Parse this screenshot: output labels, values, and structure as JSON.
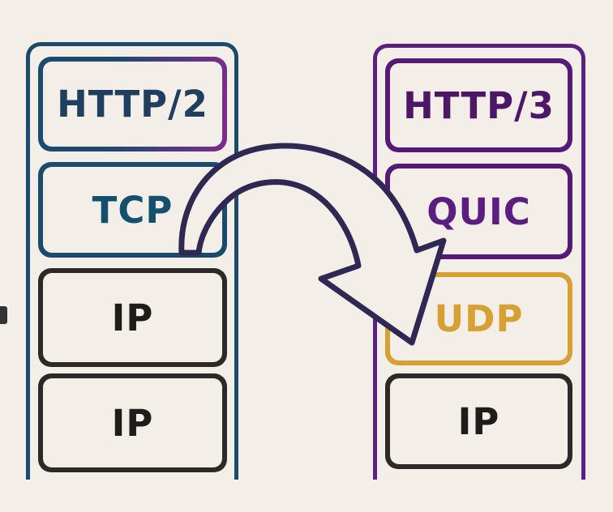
{
  "diagram": {
    "background_color": "#f3efe8",
    "left_stack": {
      "name": "HTTP/2 protocol stack",
      "container_border_color": "#1c4a6b",
      "layers": [
        {
          "label": "HTTP/2",
          "border_gradient": [
            "#1c4a6b",
            "#7c2b8e"
          ],
          "text_color": "#203e5e"
        },
        {
          "label": "TCP",
          "border_color": "#1c4a6b",
          "text_color": "#14506e"
        },
        {
          "label": "IP",
          "border_color": "#2b2a28",
          "text_color": "#1e1d1b"
        },
        {
          "label": "IP",
          "border_color": "#2b2a28",
          "text_color": "#1e1d1b"
        }
      ]
    },
    "right_stack": {
      "name": "HTTP/3 protocol stack",
      "container_border_color": "#5b2080",
      "layers": [
        {
          "label": "HTTP/3",
          "border_color": "#541a76",
          "text_color": "#4b1766"
        },
        {
          "label": "QUIC",
          "border_color": "#541a76",
          "text_color": "#5c1d80"
        },
        {
          "label": "UDP",
          "border_color": "#d6a033",
          "text_color": "#d6a033"
        },
        {
          "label": "IP",
          "border_color": "#2b2a28",
          "text_color": "#1e1d1b"
        }
      ]
    },
    "arrow": {
      "semantic": "curved swoosh arrow from TCP layer (left stack) to UDP layer (right stack)",
      "outline_color": "#2e2853",
      "fill_color": "#f3efe8"
    }
  }
}
